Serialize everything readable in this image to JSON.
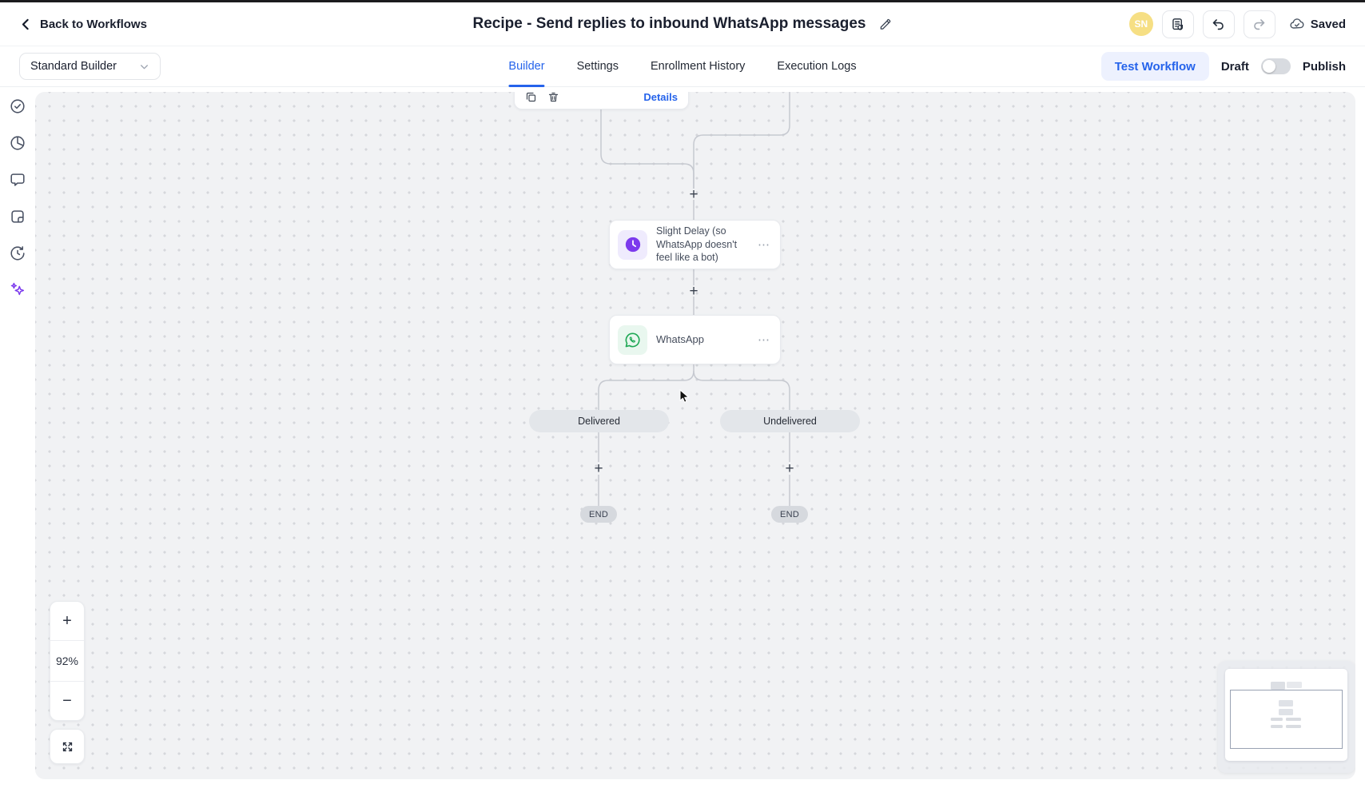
{
  "header": {
    "back_label": "Back to Workflows",
    "title": "Recipe - Send replies to inbound WhatsApp messages",
    "avatar_initials": "SN",
    "saved_label": "Saved"
  },
  "toolbar": {
    "builder_mode": "Standard Builder",
    "tabs": [
      {
        "label": "Builder",
        "active": true
      },
      {
        "label": "Settings",
        "active": false
      },
      {
        "label": "Enrollment History",
        "active": false
      },
      {
        "label": "Execution Logs",
        "active": false
      }
    ],
    "test_workflow_label": "Test Workflow",
    "draft_label": "Draft",
    "publish_label": "Publish",
    "publish_toggle_on": false
  },
  "sidebar": {
    "icons": [
      "checklist",
      "analytics-pie",
      "comments",
      "notes",
      "history",
      "ai-assistant"
    ]
  },
  "canvas": {
    "trigger_node": {
      "details_label": "Details"
    },
    "nodes": [
      {
        "title": "Slight Delay (so WhatsApp doesn't feel like a bot)",
        "icon": "delay-clock",
        "menu_glyph": "⋯"
      },
      {
        "title": "WhatsApp",
        "icon": "whatsapp",
        "menu_glyph": "⋯"
      }
    ],
    "branches": [
      {
        "label": "Delivered"
      },
      {
        "label": "Undelivered"
      }
    ],
    "end_label": "END",
    "add_step_glyph": "+"
  },
  "zoom_controls": {
    "zoom_in_glyph": "+",
    "level": "92%",
    "zoom_out_glyph": "−"
  },
  "colors": {
    "accent_blue": "#2563eb",
    "purple": "#7c3aed",
    "whatsapp_green": "#1fa855",
    "avatar_yellow": "#f6df84",
    "canvas_bg": "#f1f2f4",
    "branch_pill_bg": "#e3e6ea",
    "end_pill_bg": "#d6d9de",
    "connector": "#c6c9d0"
  }
}
